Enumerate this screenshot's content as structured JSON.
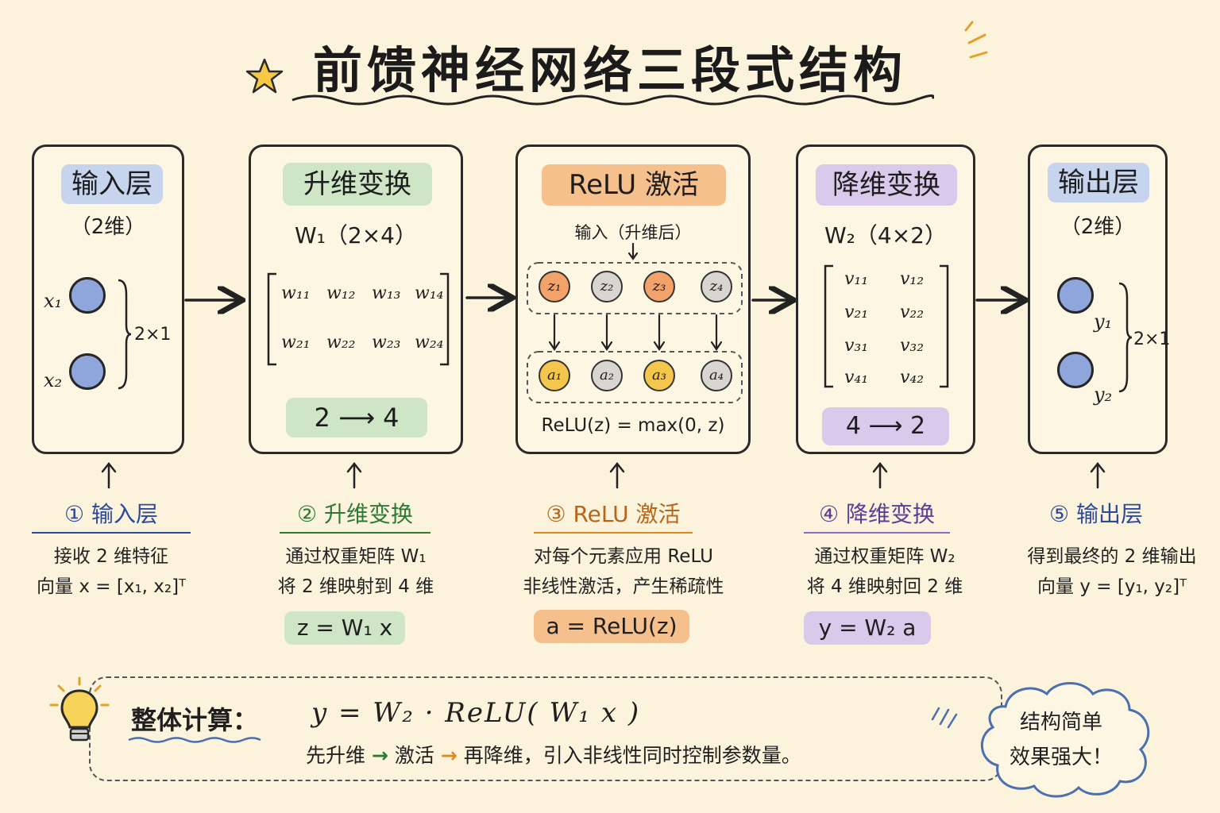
{
  "title": "前馈神经网络三段式结构",
  "stages": {
    "input": {
      "title": "输入层",
      "subtitle": "（2维）",
      "nodes": [
        "x₁",
        "x₂"
      ],
      "dim": "2×1"
    },
    "up": {
      "title": "升维变换",
      "matrix_name": "W₁（2×4）",
      "matrix": [
        [
          "w₁₁",
          "w₁₂",
          "w₁₃",
          "w₁₄"
        ],
        [
          "w₂₁",
          "w₂₂",
          "w₂₃",
          "w₂₄"
        ]
      ],
      "mapping": "2 ⟶ 4"
    },
    "relu": {
      "title": "ReLU 激活",
      "input_note": "输入（升维后）",
      "z": [
        "z₁",
        "z₂",
        "z₃",
        "z₄"
      ],
      "a": [
        "a₁",
        "a₂",
        "a₃",
        "a₄"
      ],
      "formula": "ReLU(z) = max(0, z)"
    },
    "down": {
      "title": "降维变换",
      "matrix_name": "W₂（4×2）",
      "matrix": [
        [
          "v₁₁",
          "v₁₂"
        ],
        [
          "v₂₁",
          "v₂₂"
        ],
        [
          "v₃₁",
          "v₃₂"
        ],
        [
          "v₄₁",
          "v₄₂"
        ]
      ],
      "mapping": "4 ⟶ 2"
    },
    "output": {
      "title": "输出层",
      "subtitle": "（2维）",
      "nodes": [
        "y₁",
        "y₂"
      ],
      "dim": "2×1"
    }
  },
  "steps": [
    {
      "title": "① 输入层",
      "lines": [
        "接收 2 维特征",
        "向量 x = [x₁, x₂]ᵀ"
      ],
      "formula": "",
      "color": "#2c4a9a"
    },
    {
      "title": "② 升维变换",
      "lines": [
        "通过权重矩阵 W₁",
        "将 2 维映射到 4 维"
      ],
      "formula": "z = W₁ x",
      "color": "#2d7a35"
    },
    {
      "title": "③ ReLU 激活",
      "lines": [
        "对每个元素应用 ReLU",
        "非线性激活，产生稀疏性"
      ],
      "formula": "a = ReLU(z)",
      "color": "#b8651a"
    },
    {
      "title": "④ 降维变换",
      "lines": [
        "通过权重矩阵 W₂",
        "将 4 维映射回 2 维"
      ],
      "formula": "y = W₂ a",
      "color": "#5b3f95"
    },
    {
      "title": "⑤ 输出层",
      "lines": [
        "得到最终的 2 维输出",
        "向量 y = [y₁, y₂]ᵀ"
      ],
      "formula": "",
      "color": "#2c4a9a"
    }
  ],
  "summary": {
    "label": "整体计算：",
    "formula": "y = W₂ · ReLU( W₁ x )",
    "note_parts": [
      "先升维",
      "→",
      "激活",
      "→",
      "再降维，引入非线性同时控制参数量。"
    ]
  },
  "cloud": {
    "lines": [
      "结构简单",
      "效果强大！"
    ]
  },
  "colors": {
    "ink": "#2a2a2a",
    "blue_node": "#8ea6dc",
    "green_arrow": "#2d7a35",
    "orange_arrow": "#e0871e",
    "cloud_border": "#4c6fb0"
  }
}
